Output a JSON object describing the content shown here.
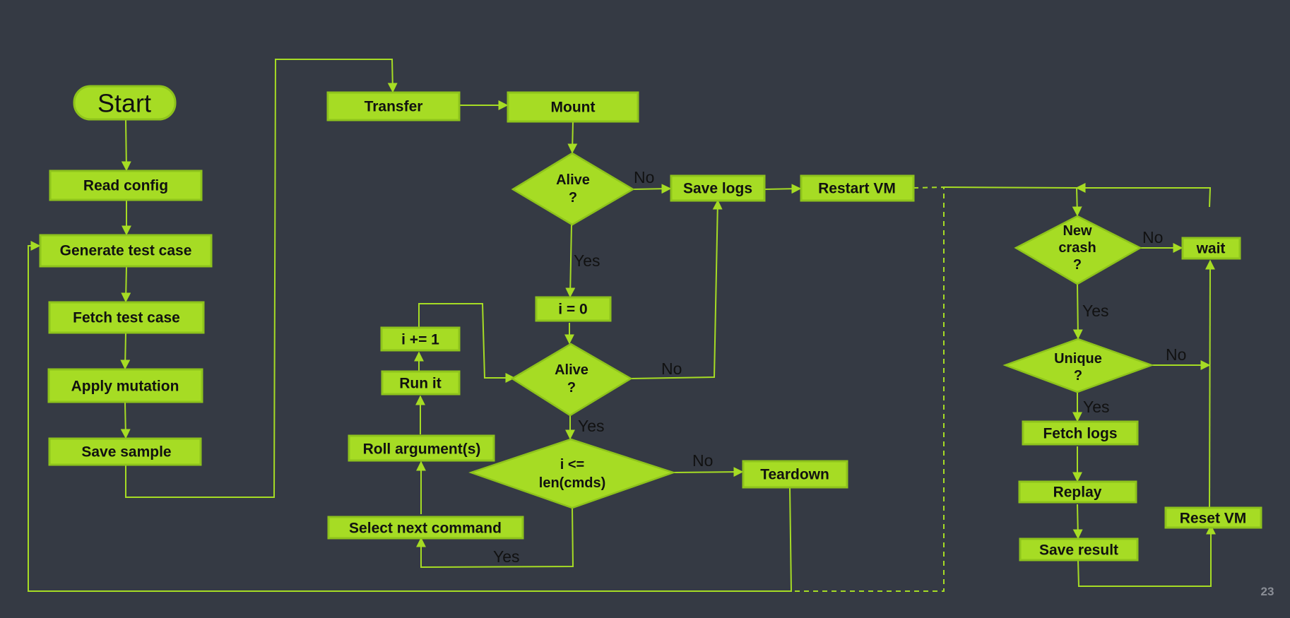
{
  "nodes": {
    "start": "Start",
    "read_config": "Read config",
    "generate_test_case": "Generate test case",
    "fetch_test_case": "Fetch test case",
    "apply_mutation": "Apply mutation",
    "save_sample": "Save sample",
    "transfer": "Transfer",
    "mount": "Mount",
    "alive1": [
      "Alive",
      "?"
    ],
    "save_logs": "Save logs",
    "restart_vm": "Restart VM",
    "i_zero": "i = 0",
    "i_plus": "i += 1",
    "run_it": "Run it",
    "alive2": [
      "Alive",
      "?"
    ],
    "roll_arguments": "Roll argument(s)",
    "i_le_len": [
      "i <=",
      "len(cmds)"
    ],
    "teardown": "Teardown",
    "select_next_command": "Select next command",
    "new_crash": [
      "New",
      "crash",
      "?"
    ],
    "wait": "wait",
    "unique": [
      "Unique",
      "?"
    ],
    "fetch_logs": "Fetch logs",
    "replay": "Replay",
    "save_result": "Save result",
    "reset_vm": "Reset VM"
  },
  "edge_labels": {
    "alive1_no": "No",
    "alive1_yes": "Yes",
    "alive2_no": "No",
    "alive2_yes": "Yes",
    "cmds_no": "No",
    "cmds_yes": "Yes",
    "crash_no": "No",
    "crash_yes": "Yes",
    "unique_no": "No",
    "unique_yes": "Yes"
  },
  "page_number": "23",
  "colors": {
    "background": "#353a44",
    "node_fill": "#a6dc24",
    "node_border": "#8ec31c",
    "text": "#111111"
  }
}
